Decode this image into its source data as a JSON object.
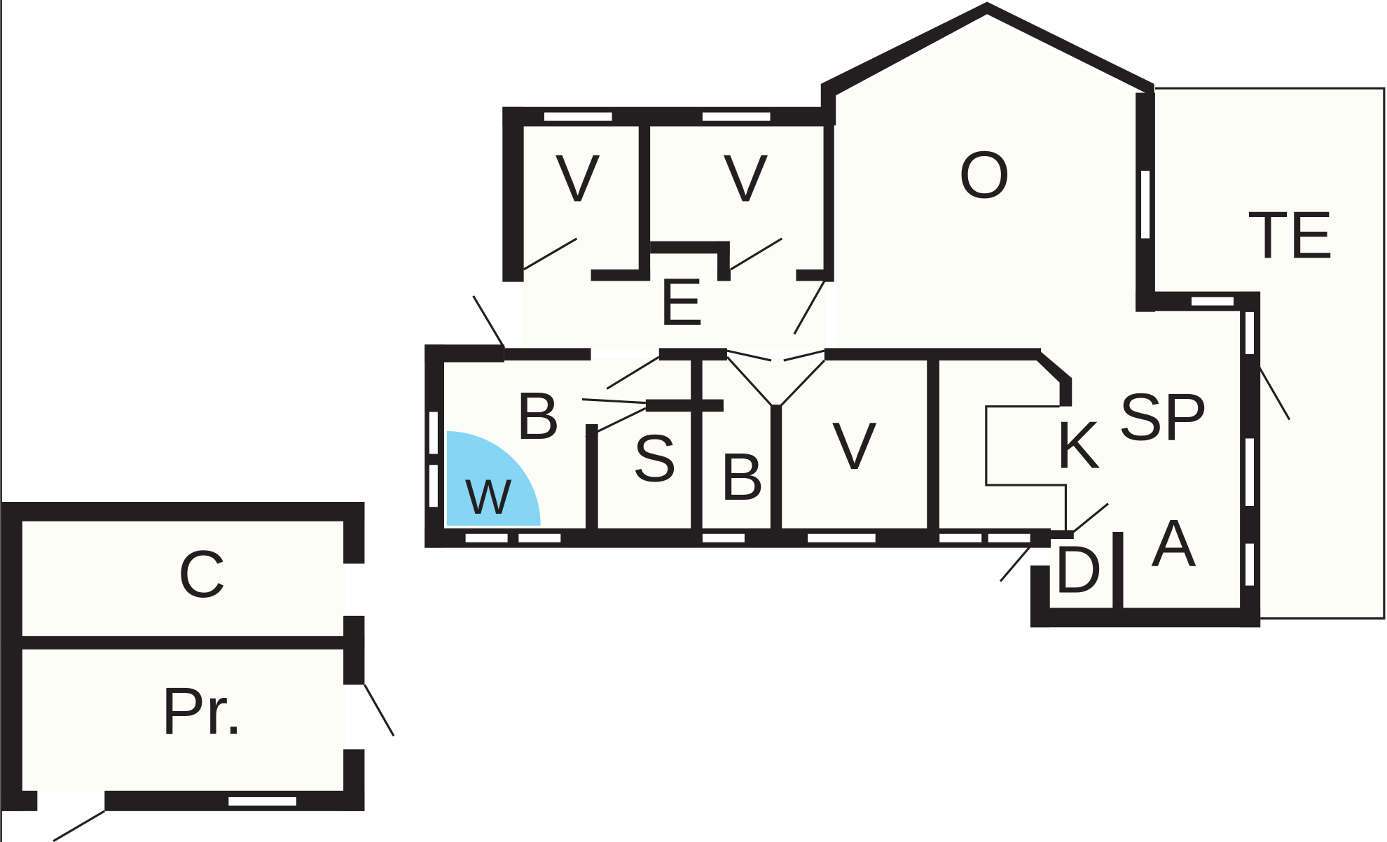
{
  "plan": {
    "rooms": {
      "v1": "V",
      "v2": "V",
      "o": "O",
      "te": "TE",
      "e": "E",
      "b1": "B",
      "s": "S",
      "b2": "B",
      "v3": "V",
      "k": "K",
      "sp": "SP",
      "w": "W",
      "a": "A",
      "d": "D",
      "c": "C",
      "pr": "Pr."
    },
    "colors": {
      "wall": "#231f20",
      "floor": "#fdfdf7",
      "highlight": "#87d5f5"
    }
  }
}
